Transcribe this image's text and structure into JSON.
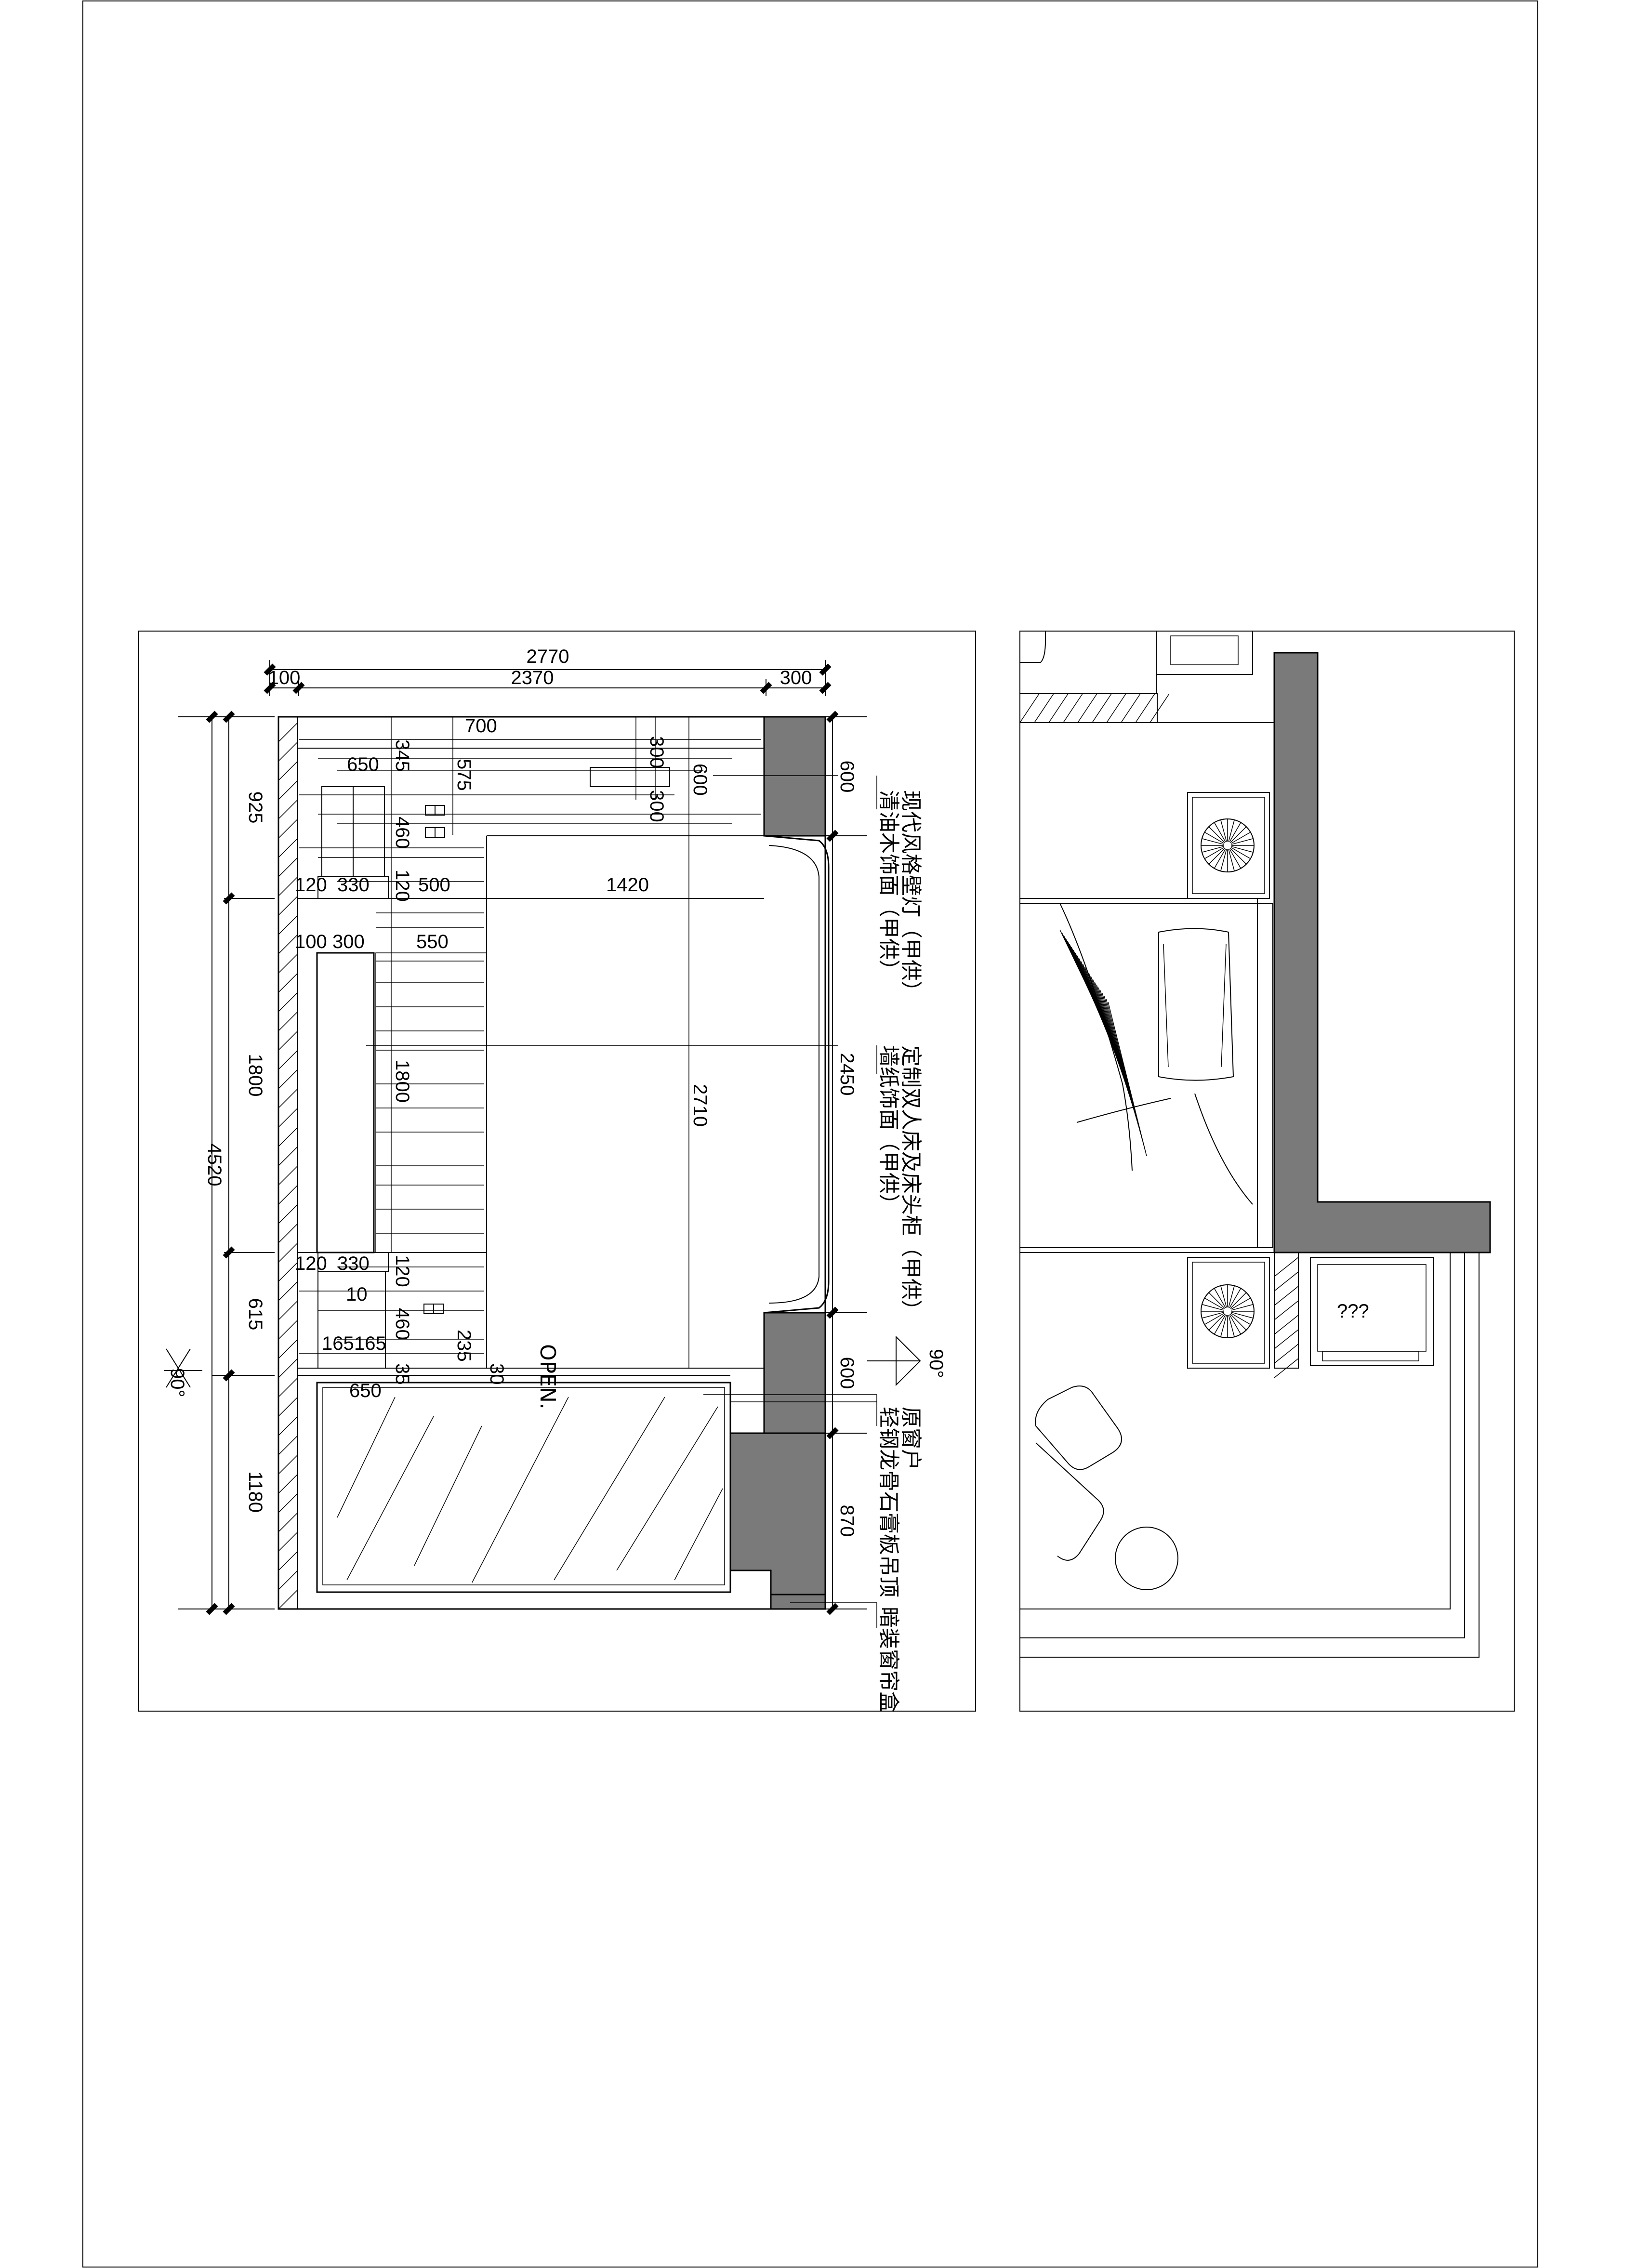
{
  "elevation": {
    "dims_top": {
      "overall": "2770",
      "left": "100",
      "middle": "2370",
      "right": "300"
    },
    "dims_left": {
      "total": "4520",
      "seg1": "925",
      "seg2": "1800",
      "seg3": "615",
      "seg4": "1180"
    },
    "dims_right": {
      "seg1": "600",
      "seg2": "2450",
      "seg3": "600",
      "seg4": "870"
    },
    "dims_inner": {
      "d700": "700",
      "d300a": "300",
      "d300b": "300",
      "d600": "600",
      "d650top": "650",
      "d345": "345",
      "d575": "575",
      "d460a": "460",
      "d120a": "120",
      "d330a": "330",
      "d120b": "120",
      "d500": "500",
      "d1420": "1420",
      "d100": "100",
      "d300c": "300",
      "d550": "550",
      "d1800": "1800",
      "d2710": "2710",
      "d120c": "120",
      "d330b": "330",
      "d120d": "120",
      "d10": "10",
      "d460b": "460",
      "d165a": "165",
      "d165b": "165",
      "d235": "235",
      "d35": "35",
      "d30": "30",
      "d650bot": "650"
    },
    "angle_left": "90°",
    "angle_right": "90°",
    "open_label": "OPEN.",
    "notes": {
      "n1": "清油木饰面（甲供）",
      "n2": "现代风格壁灯（甲供）",
      "n3": "墙纸饰面（甲供）",
      "n4": "定制双人床及床头柜（甲供）",
      "n5": "轻钢龙骨石膏板吊顶",
      "n6": "原窗户",
      "n7": "暗装窗帘盒"
    }
  },
  "plan": {
    "appliance_label": "???"
  }
}
